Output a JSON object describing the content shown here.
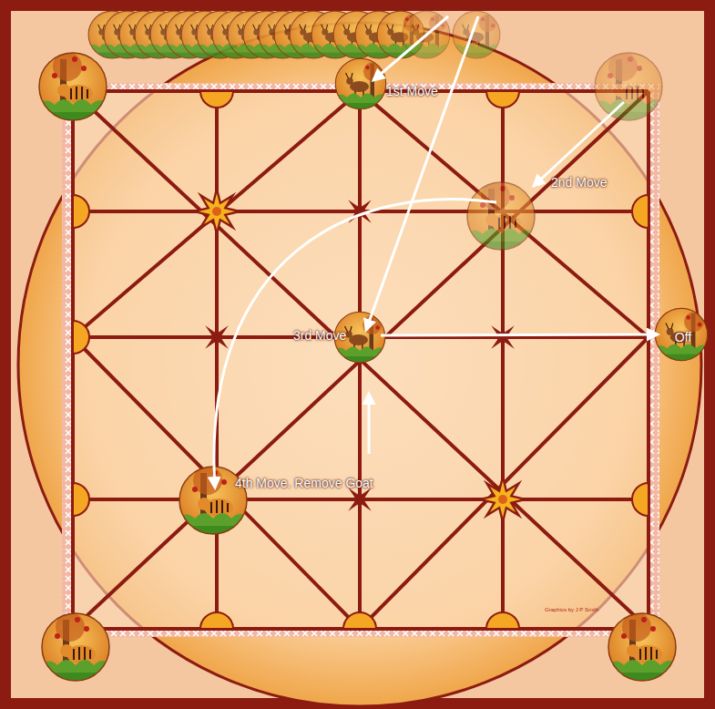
{
  "diagram": {
    "labels": [
      "1st Move",
      "2nd Move",
      "3rd Move",
      "Off",
      "4th Move. Remove Goat",
      "Graphics by J P Smith"
    ]
  }
}
